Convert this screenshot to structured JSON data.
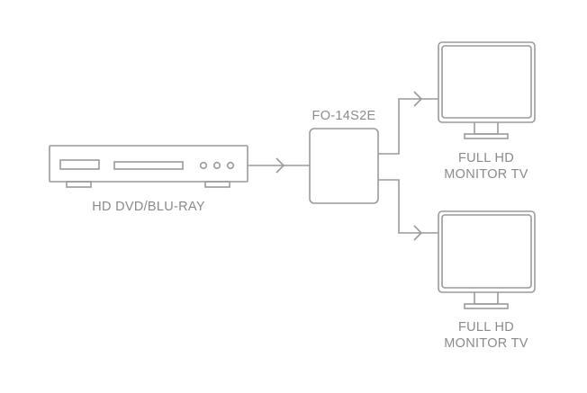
{
  "source": {
    "label": "HD DVD/BLU-RAY",
    "icon": "disc-player-icon"
  },
  "splitter": {
    "label": "FO-14S2E",
    "icon": "splitter-box-icon"
  },
  "outputs": [
    {
      "line1": "FULL HD",
      "line2": "MONITOR TV",
      "icon": "monitor-icon"
    },
    {
      "line1": "FULL HD",
      "line2": "MONITOR TV",
      "icon": "monitor-icon"
    }
  ],
  "colors": {
    "stroke": "#9a9a9a",
    "text": "#8a8a8a"
  }
}
